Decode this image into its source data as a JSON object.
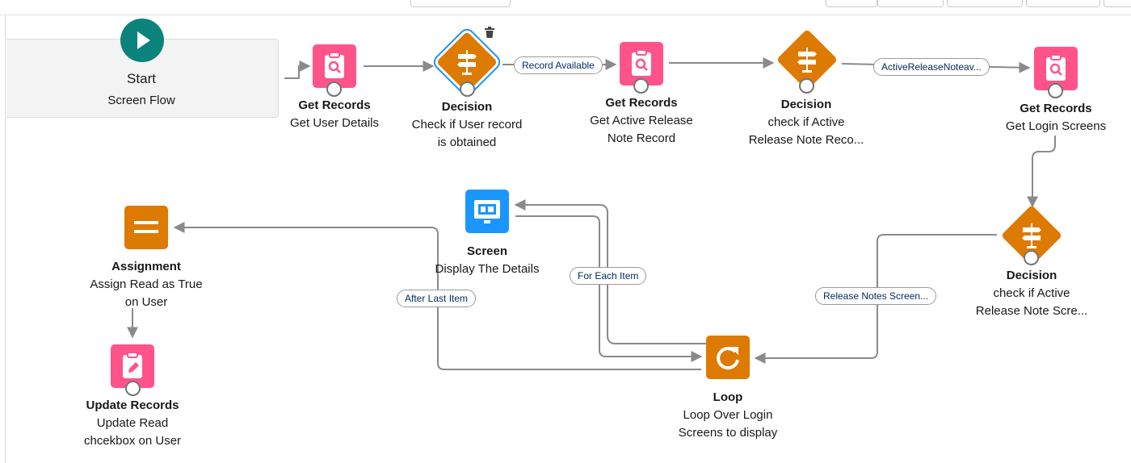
{
  "start": {
    "title": "Start",
    "subtitle": "Screen Flow"
  },
  "nodes": {
    "get_user": {
      "type": "Get Records",
      "line1": "Get User Details",
      "line2": ""
    },
    "decision_user": {
      "type": "Decision",
      "line1": "Check if User record",
      "line2": "is obtained"
    },
    "get_release": {
      "type": "Get Records",
      "line1": "Get Active Release",
      "line2": "Note Record"
    },
    "decision_release": {
      "type": "Decision",
      "line1": "check if Active",
      "line2": "Release Note Reco..."
    },
    "get_login": {
      "type": "Get Records",
      "line1": "Get Login Screens",
      "line2": ""
    },
    "decision_screens": {
      "type": "Decision",
      "line1": "check if Active",
      "line2": "Release Note Scre..."
    },
    "loop": {
      "type": "Loop",
      "line1": "Loop Over Login",
      "line2": "Screens to display"
    },
    "screen": {
      "type": "Screen",
      "line1": "Display The Details",
      "line2": ""
    },
    "assignment": {
      "type": "Assignment",
      "line1": "Assign Read as True",
      "line2": "on User"
    },
    "update": {
      "type": "Update Records",
      "line1": "Update Read",
      "line2": "chcekbox on User"
    }
  },
  "connectors": {
    "record_available": "Record Available",
    "active_release": "ActiveReleaseNoteav...",
    "release_screens": "Release Notes Screen...",
    "for_each": "For Each Item",
    "after_last": "After Last Item"
  },
  "colors": {
    "start": "#0b827c",
    "data_element": "#ff538a",
    "logic_element": "#dd7a01",
    "screen_element": "#1b96ff",
    "selection": "#1b96ff",
    "connector": "#8a8a8a"
  }
}
